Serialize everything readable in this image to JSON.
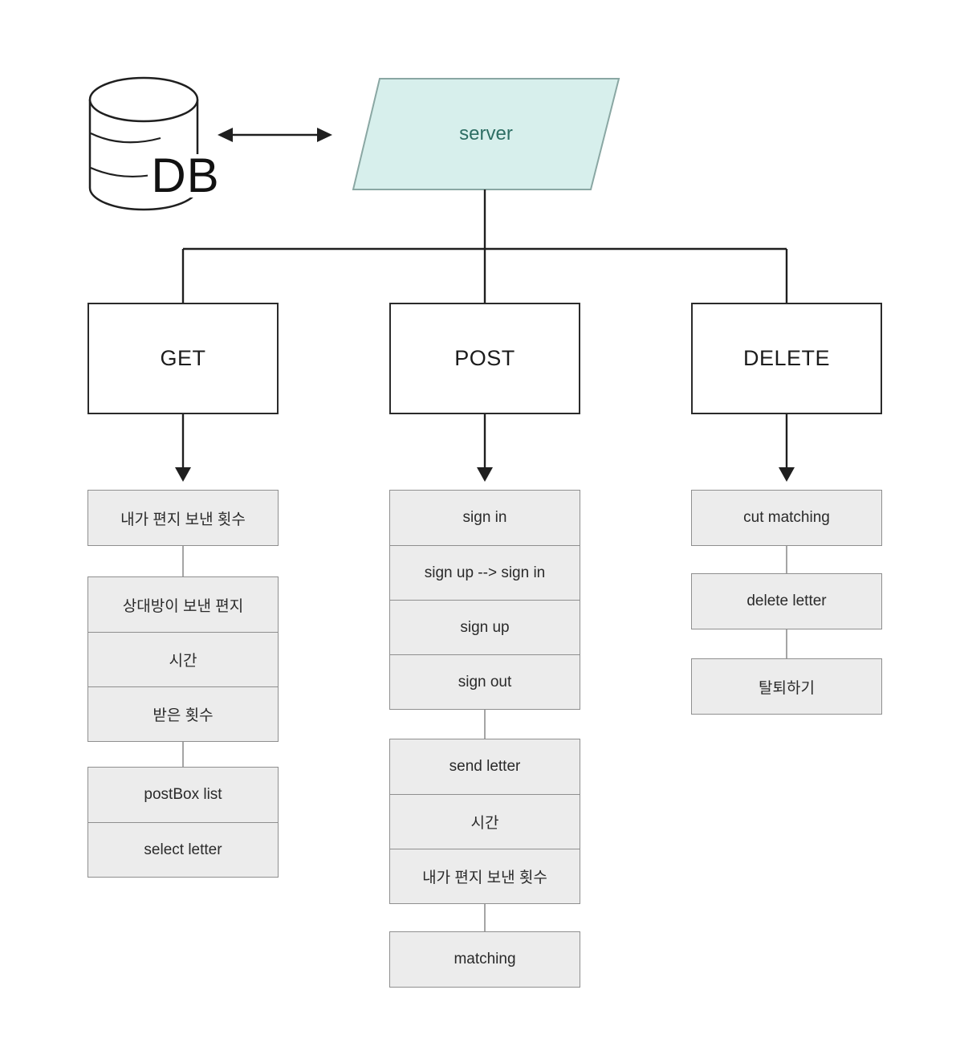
{
  "db": {
    "label": "DB"
  },
  "server": {
    "label": "server"
  },
  "columns": [
    {
      "method": "GET",
      "groups": [
        {
          "items": [
            "내가 편지 보낸 횟수"
          ]
        },
        {
          "items": [
            "상대방이 보낸 편지",
            "시간",
            "받은 횟수"
          ]
        },
        {
          "items": [
            "postBox list",
            "select letter"
          ]
        }
      ]
    },
    {
      "method": "POST",
      "groups": [
        {
          "items": [
            "sign in",
            "sign up --> sign in",
            "sign up",
            "sign out"
          ]
        },
        {
          "items": [
            "send letter",
            "시간",
            "내가 편지 보낸 횟수"
          ]
        },
        {
          "items": [
            "matching"
          ]
        }
      ]
    },
    {
      "method": "DELETE",
      "groups": [
        {
          "items": [
            "cut matching"
          ]
        },
        {
          "items": [
            "delete letter"
          ]
        },
        {
          "items": [
            "탈퇴하기"
          ]
        }
      ]
    }
  ],
  "colors": {
    "server_fill": "#d7efec",
    "server_border": "#8aa7a3",
    "server_text": "#2d6e64",
    "item_fill": "#ececec",
    "item_border": "#8f8f8f",
    "line_dark": "#1f1f1f"
  }
}
